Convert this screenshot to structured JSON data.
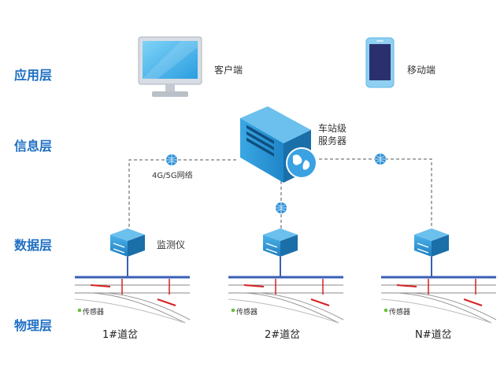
{
  "layers": {
    "application": "应用层",
    "information": "信息层",
    "data": "数据层",
    "physical": "物理层"
  },
  "application": {
    "client_label": "客户端",
    "mobile_label": "移动端"
  },
  "information": {
    "server_label_line1": "车站级",
    "server_label_line2": "服务器",
    "network_label": "4G/5G网络"
  },
  "data": {
    "monitor_label": "监测仪"
  },
  "physical": {
    "sensor_label": "传感器",
    "turnouts": [
      "1#道岔",
      "2#道岔",
      "N#道岔"
    ]
  },
  "colors": {
    "layer_text": "#1f6fc4",
    "device_blue": "#2c97d6",
    "track_blue": "#3a5fb5",
    "sensor_red": "#d62020",
    "sensor_green": "#6abf3a"
  }
}
